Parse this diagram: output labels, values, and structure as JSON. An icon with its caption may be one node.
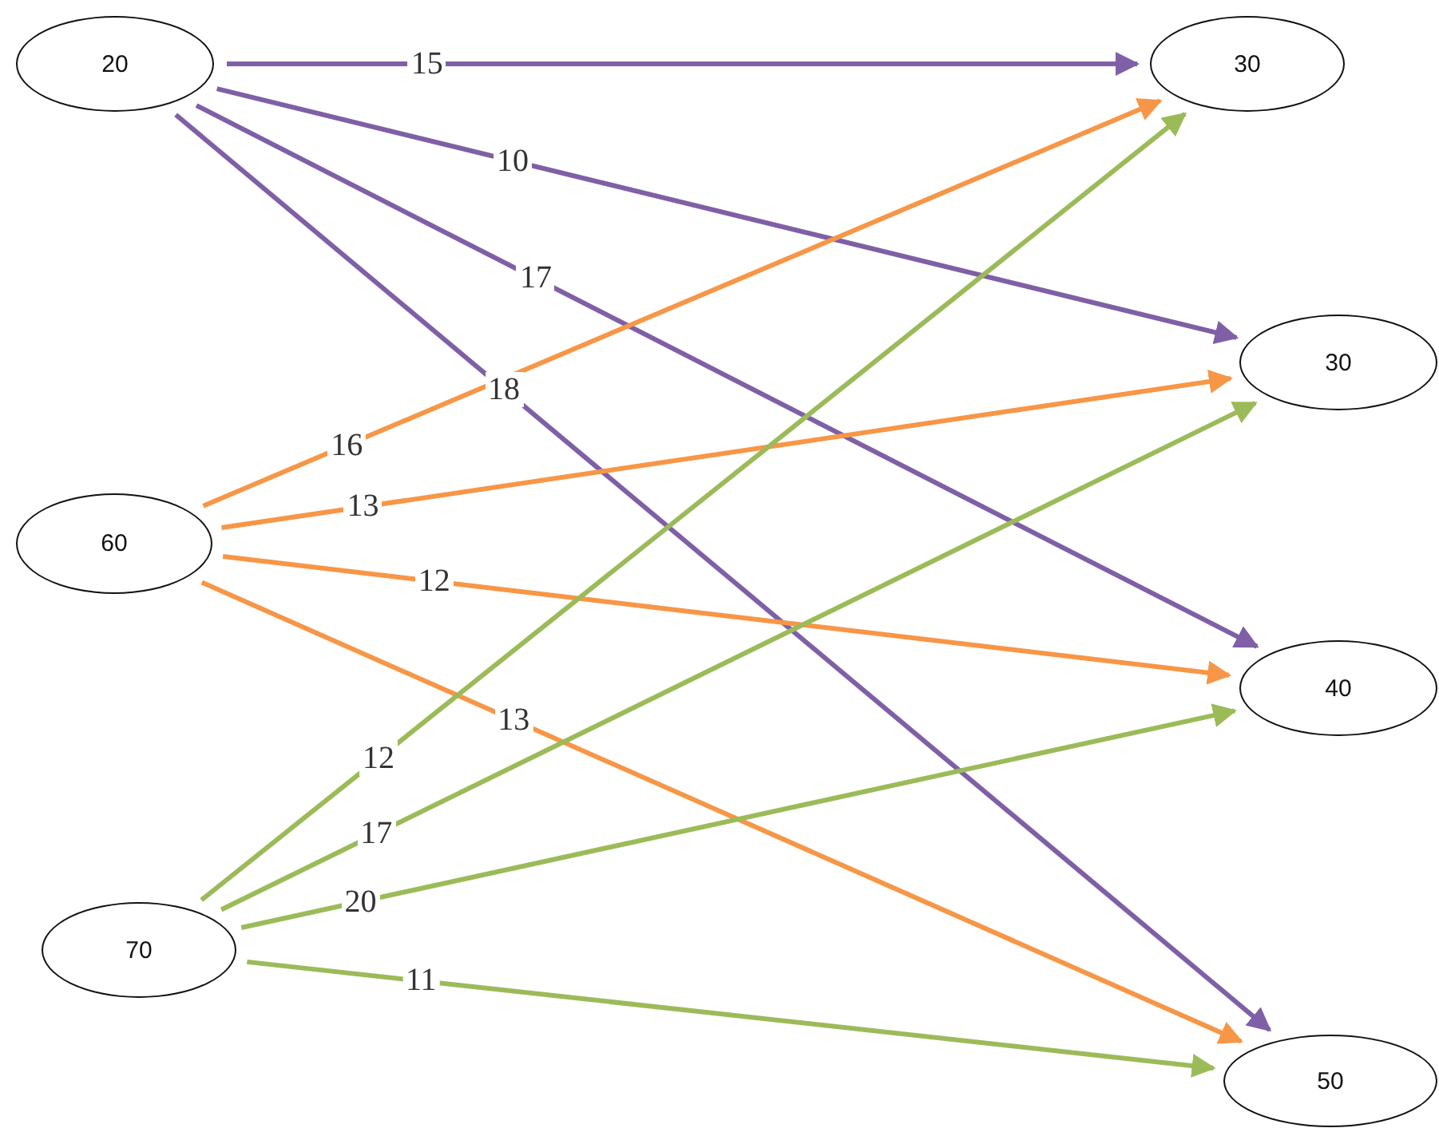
{
  "diagram": {
    "nodes": [
      {
        "text": [
          "20"
        ]
      },
      {
        "text": [
          "60"
        ]
      },
      {
        "text": [
          "70"
        ]
      },
      {
        "text": [
          "30"
        ]
      },
      {
        "text": [
          "30"
        ]
      },
      {
        "text": [
          "40"
        ]
      },
      {
        "text": [
          "50"
        ]
      }
    ],
    "edges": [
      {
        "from": 0,
        "to": 3,
        "arrow": "to",
        "label": "15",
        "color": "#7f5fa6"
      },
      {
        "from": 0,
        "to": 4,
        "arrow": "to",
        "label": "10",
        "color": "#7f5fa6"
      },
      {
        "from": 0,
        "to": 5,
        "arrow": "to",
        "label": "17",
        "color": "#7f5fa6"
      },
      {
        "from": 0,
        "to": 6,
        "arrow": "to",
        "label": "18",
        "color": "#7f5fa6"
      },
      {
        "from": 1,
        "to": 3,
        "arrow": "to",
        "label": "16",
        "color": "#f79646"
      },
      {
        "from": 1,
        "to": 4,
        "arrow": "to",
        "label": "13",
        "color": "#f79646"
      },
      {
        "from": 1,
        "to": 5,
        "arrow": "to",
        "label": "12",
        "color": "#f79646"
      },
      {
        "from": 1,
        "to": 6,
        "arrow": "to",
        "label": "13",
        "color": "#f79646"
      },
      {
        "from": 2,
        "to": 3,
        "arrow": "to",
        "label": "12",
        "color": "#9bbb59"
      },
      {
        "from": 2,
        "to": 4,
        "arrow": "to",
        "label": "17",
        "color": "#9bbb59"
      },
      {
        "from": 2,
        "to": 5,
        "arrow": "to",
        "label": "20",
        "color": "#9bbb59"
      },
      {
        "from": 2,
        "to": 6,
        "arrow": "to",
        "label": "11",
        "color": "#9bbb59"
      }
    ]
  }
}
